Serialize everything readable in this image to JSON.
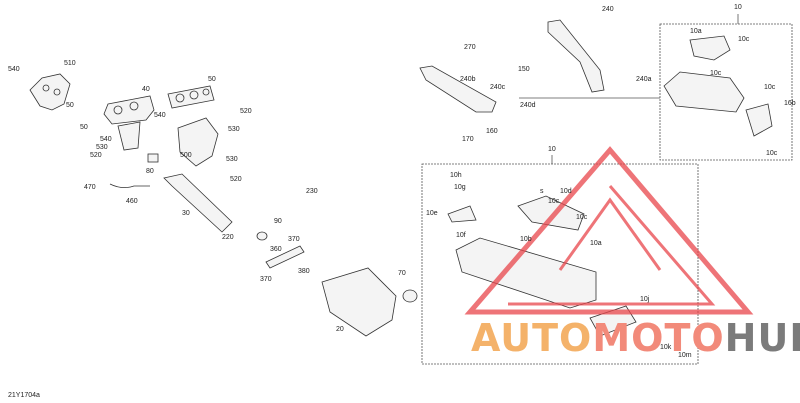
{
  "diagram": {
    "code": "21Y1704a",
    "callouts": {
      "c540a": "540",
      "c510": "510",
      "c40": "40",
      "c50": "50",
      "c520a": "520",
      "c530a": "530",
      "c540b": "540",
      "c50b": "50",
      "c50c": "50",
      "c540c": "540",
      "c530b": "530",
      "c520b": "520",
      "c80": "80",
      "c500": "500",
      "c530c": "530",
      "c520c": "520",
      "c470": "470",
      "c460": "460",
      "c30": "30",
      "c230": "230",
      "c90": "90",
      "c220": "220",
      "c370a": "370",
      "c360": "360",
      "c370b": "370",
      "c380": "380",
      "c70": "70",
      "c20": "20",
      "c240": "240",
      "c270": "270",
      "c240b": "240b",
      "c150": "150",
      "c240a": "240a",
      "c240c": "240c",
      "c240d": "240d",
      "c160": "160",
      "c170": "170",
      "c10": "10",
      "c10a": "10a",
      "c10c": "10c",
      "c10cb": "10c",
      "c10cc": "10c",
      "c16b": "16b",
      "c10cd": "10c",
      "c10box": "10",
      "c10h": "10h",
      "c10g": "10g",
      "c10e": "10e",
      "c10f": "10f",
      "c10d": "10d",
      "c10ce": "10c",
      "c10cf": "10c",
      "c10b": "10b",
      "c10a2": "10a",
      "c10j": "10j",
      "c10k": "10k",
      "c10m": "10m",
      "s": "s"
    }
  },
  "watermark": {
    "part1": "AUTO",
    "part2": "MOTO",
    "part3": "HUB",
    "color_orange": "#f4b26a",
    "color_red": "#e8464b",
    "color_gray": "#7b7b7b"
  }
}
